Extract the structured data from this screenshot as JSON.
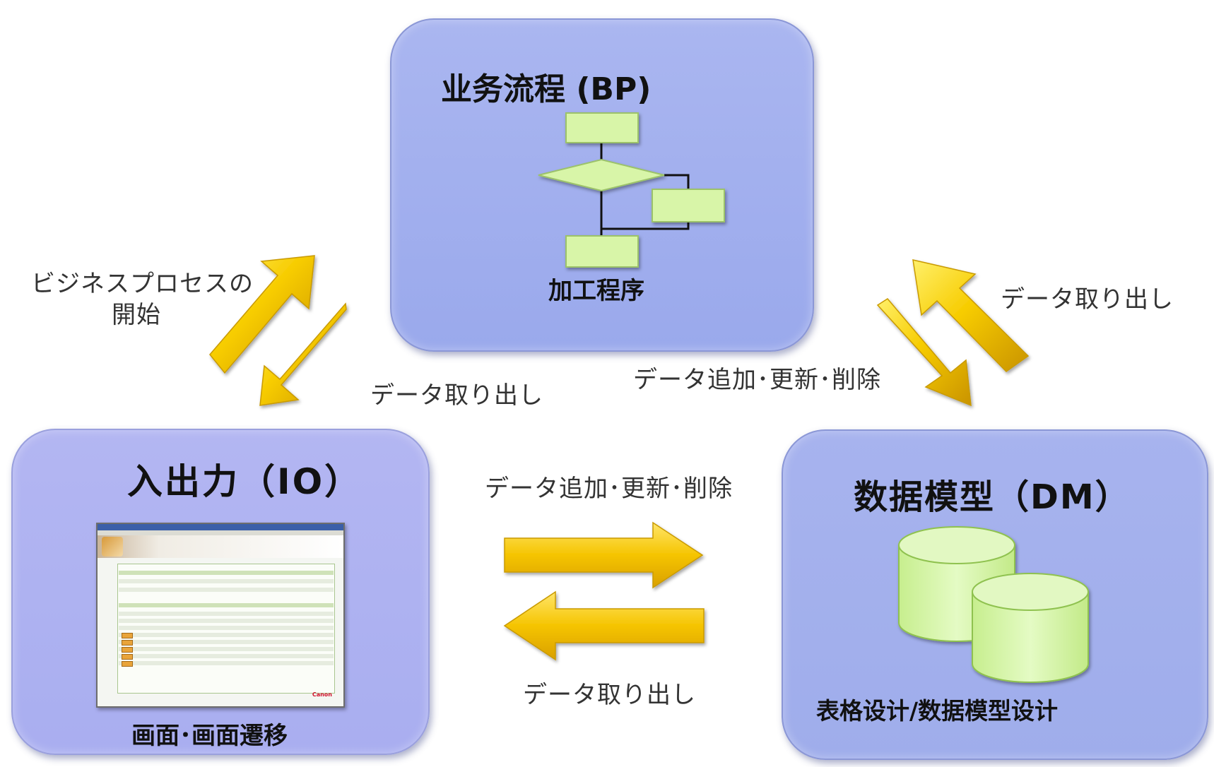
{
  "bp": {
    "title": "业务流程 (BP)",
    "caption": "加工程序"
  },
  "io": {
    "title": "入出力（IO）",
    "caption": "画面･画面遷移",
    "screenshot_brand": "Canon"
  },
  "dm": {
    "title": "数据模型（DM）",
    "caption": "表格设计/数据模型设计"
  },
  "labels": {
    "bp_start_line1": "ビジネスプロセスの",
    "bp_start_line2": "開始",
    "io_bp_retrieve": "データ取り出し",
    "dm_bp_retrieve": "データ取り出し",
    "bp_dm_update": "データ追加･更新･削除",
    "io_dm_update": "データ追加･更新･削除",
    "dm_io_retrieve": "データ取り出し"
  },
  "colors": {
    "panel_fill": "#9fadeb",
    "arrow_yellow": "#f5c400",
    "flow_shape_fill": "#d8f5a8",
    "database_fill": "#d6f5a8"
  }
}
